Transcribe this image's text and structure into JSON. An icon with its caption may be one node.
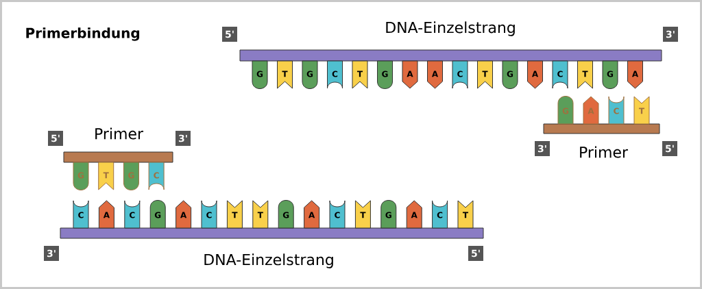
{
  "diagram": {
    "title": "Primerbindung",
    "nodes": [
      {
        "text": [
          "DNA-Einzelstrang"
        ],
        "beside": [
          "5'",
          "3'"
        ]
      },
      {
        "text": [
          "G"
        ]
      },
      {
        "text": [
          "T"
        ]
      },
      {
        "text": [
          "G"
        ]
      },
      {
        "text": [
          "C"
        ]
      },
      {
        "text": [
          "T"
        ]
      },
      {
        "text": [
          "G"
        ]
      },
      {
        "text": [
          "A"
        ]
      },
      {
        "text": [
          "A"
        ]
      },
      {
        "text": [
          "C"
        ]
      },
      {
        "text": [
          "T"
        ]
      },
      {
        "text": [
          "G"
        ]
      },
      {
        "text": [
          "A"
        ]
      },
      {
        "text": [
          "C"
        ]
      },
      {
        "text": [
          "T"
        ]
      },
      {
        "text": [
          "G"
        ]
      },
      {
        "text": [
          "A"
        ]
      },
      {
        "text": [
          "Primer"
        ],
        "beside": [
          "3'",
          "5'"
        ]
      },
      {
        "text": [
          "G"
        ]
      },
      {
        "text": [
          "A"
        ]
      },
      {
        "text": [
          "C"
        ]
      },
      {
        "text": [
          "T"
        ]
      },
      {
        "text": [
          "Primer"
        ],
        "beside": [
          "5'",
          "3'"
        ]
      },
      {
        "text": [
          "G"
        ]
      },
      {
        "text": [
          "T"
        ]
      },
      {
        "text": [
          "G"
        ]
      },
      {
        "text": [
          "C"
        ]
      },
      {
        "text": [
          "DNA-Einzelstrang"
        ],
        "beside": [
          "3'",
          "5'"
        ]
      },
      {
        "text": [
          "C"
        ]
      },
      {
        "text": [
          "A"
        ]
      },
      {
        "text": [
          "C"
        ]
      },
      {
        "text": [
          "G"
        ]
      },
      {
        "text": [
          "A"
        ]
      },
      {
        "text": [
          "C"
        ]
      },
      {
        "text": [
          "T"
        ]
      },
      {
        "text": [
          "T"
        ]
      },
      {
        "text": [
          "G"
        ]
      },
      {
        "text": [
          "A"
        ]
      },
      {
        "text": [
          "C"
        ]
      },
      {
        "text": [
          "T"
        ]
      },
      {
        "text": [
          "G"
        ]
      },
      {
        "text": [
          "A"
        ]
      },
      {
        "text": [
          "C"
        ]
      },
      {
        "text": [
          "T"
        ]
      }
    ]
  }
}
